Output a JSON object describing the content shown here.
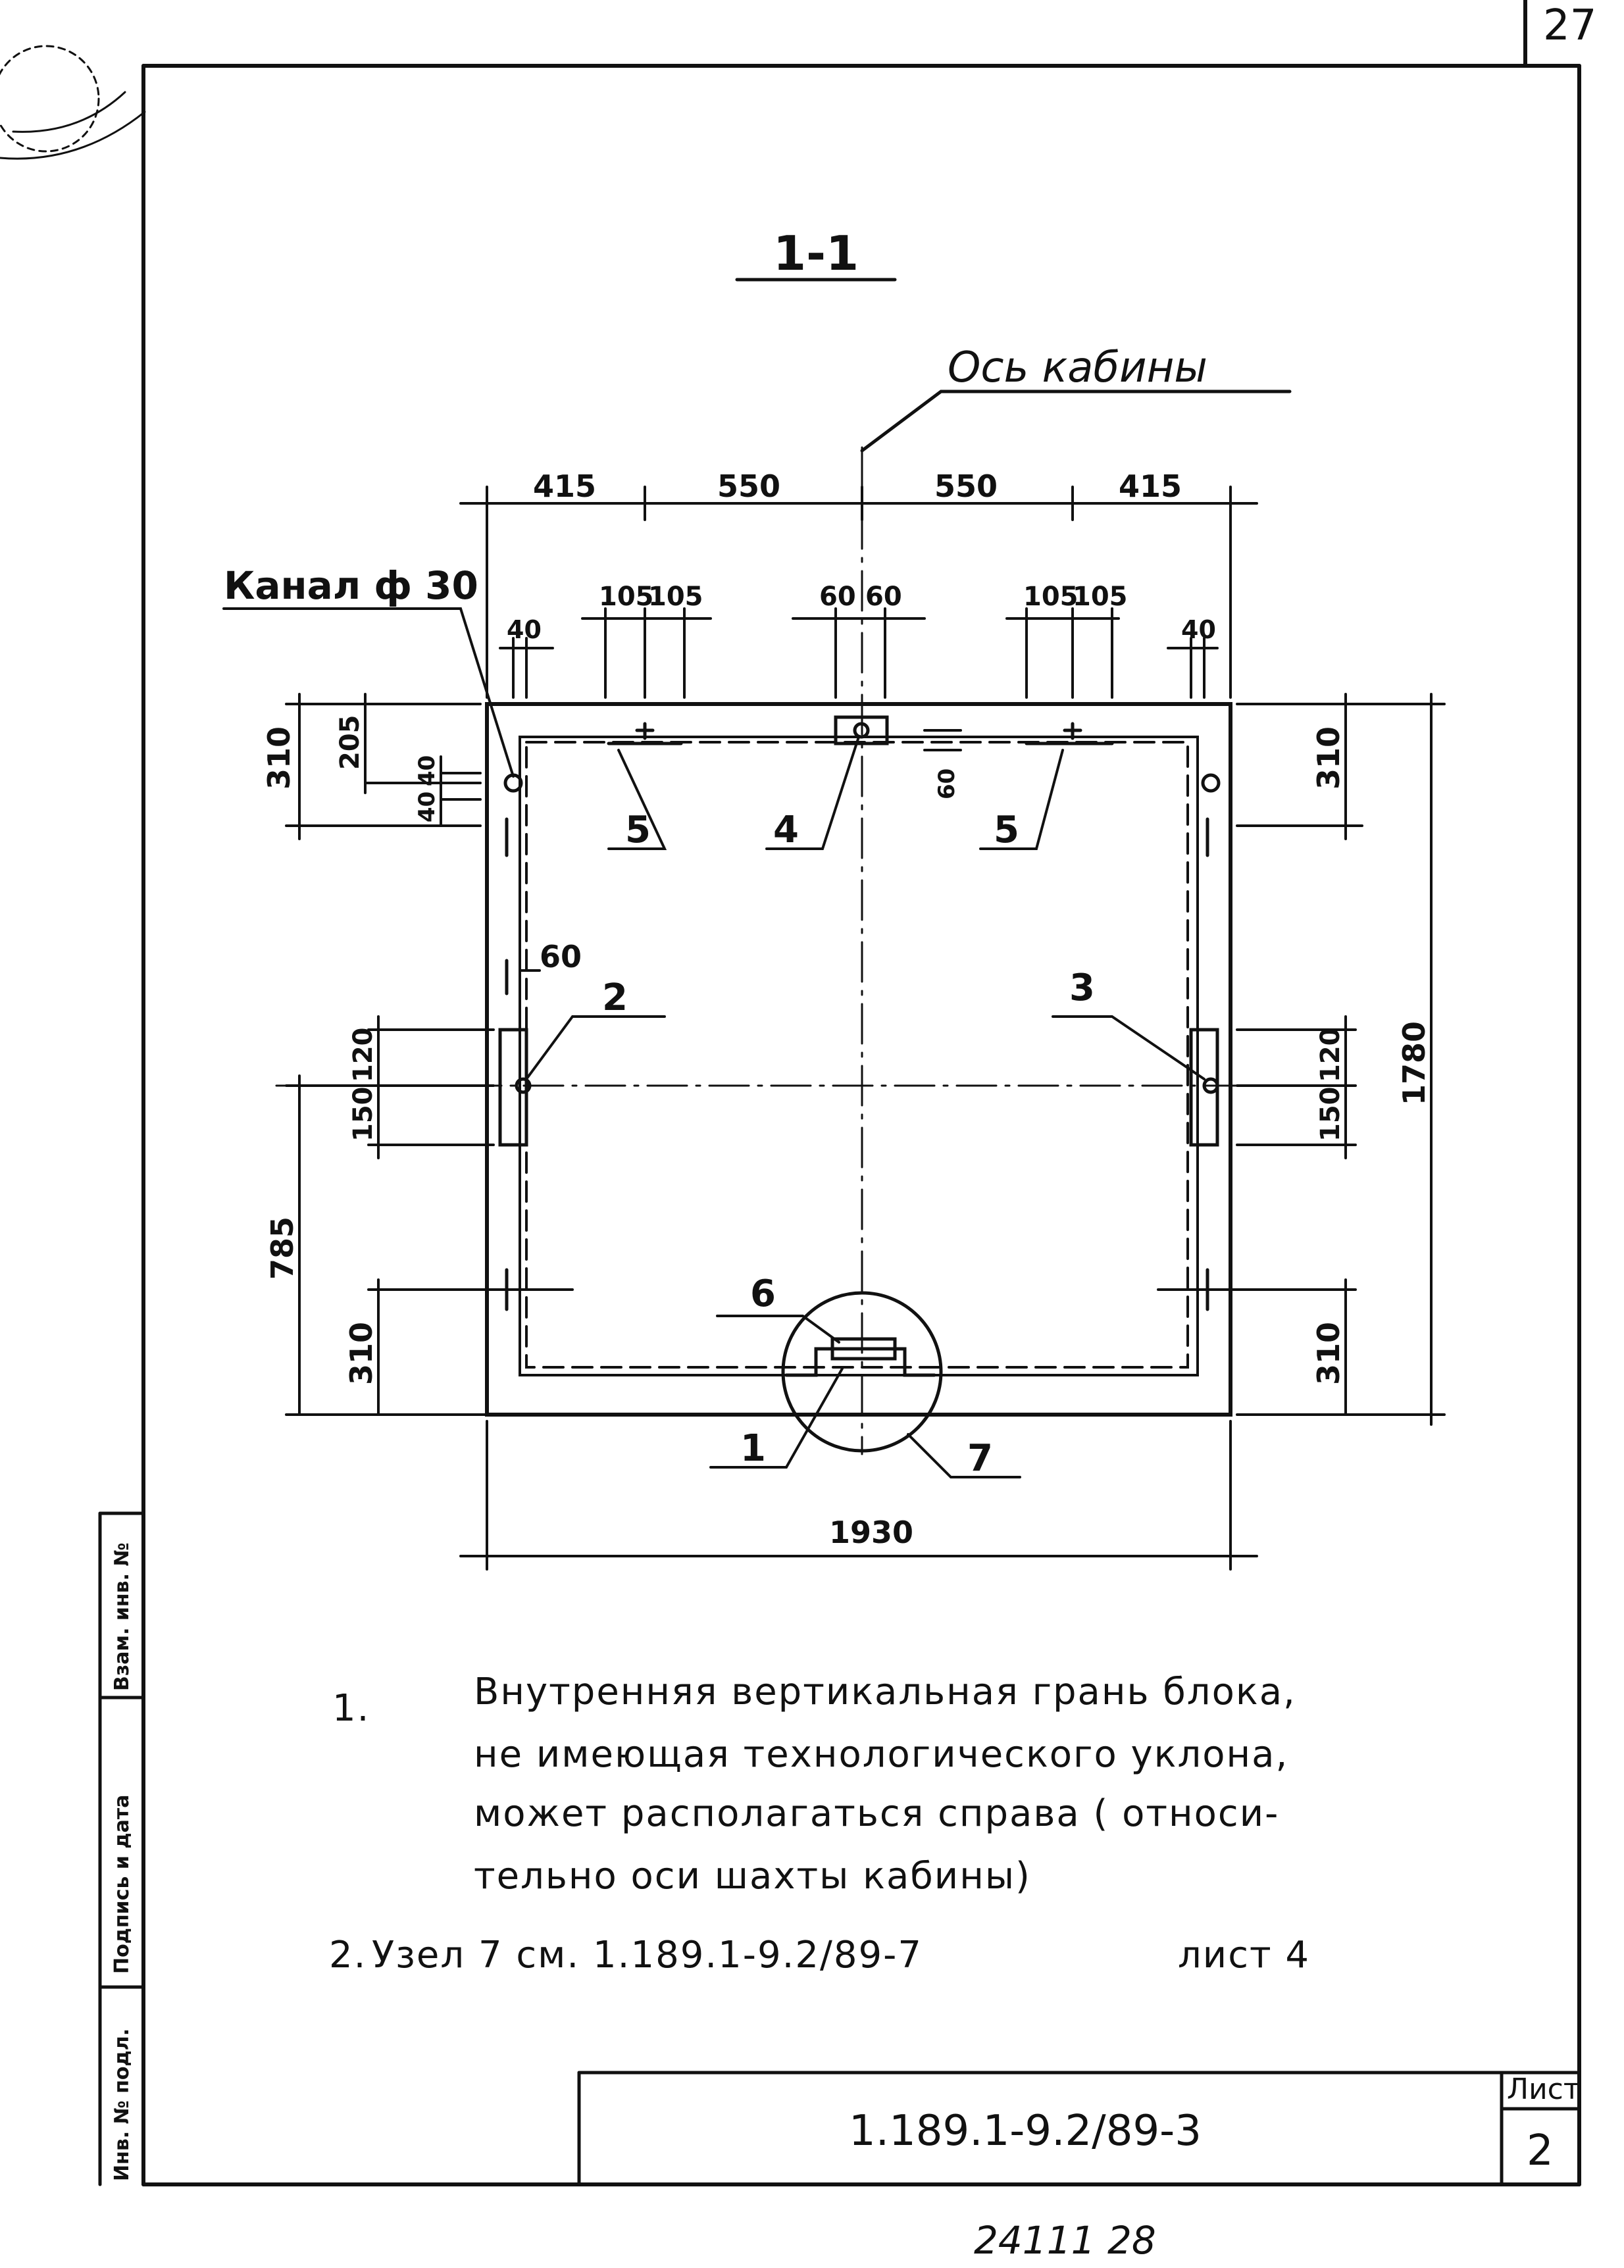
{
  "sheet_number": "27",
  "section_title": "1-1",
  "cabin_axis_label": "Ось кабины",
  "channel_label": "Канал ф 30",
  "dims": {
    "top_415_left": "415",
    "top_550_left": "550",
    "top_550_right": "550",
    "top_415_right": "415",
    "d105a": "105",
    "d105b": "105",
    "d60a": "60",
    "d60b": "60",
    "d105c": "105",
    "d105d": "105",
    "d40_left": "40",
    "d40_right": "40",
    "d310_tl": "310",
    "d205": "205",
    "d40_v1": "40",
    "d40_v2": "40",
    "d60_v": "60",
    "d310_tr": "310",
    "d60_mid": "60",
    "d120_l": "120",
    "d150_l": "150",
    "d785": "785",
    "d310_bl": "310",
    "d120_r": "120",
    "d150_r": "150",
    "d1780": "1780",
    "d310_br": "310",
    "d1930": "1930"
  },
  "callouts": {
    "c1": "1",
    "c2": "2",
    "c3": "3",
    "c4": "4",
    "c5a": "5",
    "c5b": "5",
    "c6": "6",
    "c7": "7"
  },
  "side_stamp": {
    "f1": "Инв. № подл.",
    "f2": "Подпись и дата",
    "f3": "Взам. инв. №"
  },
  "notes": [
    {
      "num": "1.",
      "lines": [
        "Внутренняя вертикальная грань блока,",
        "не имеющая технологического уклона,",
        "может располагаться справа ( относи-",
        "тельно оси шахты кабины)"
      ]
    },
    {
      "num": "2.",
      "text": "Узел 7 см. 1.189.1-9.2/89-7",
      "sheet_ref": "лист 4"
    }
  ],
  "title_block": {
    "doc_code": "1.189.1-9.2/89-3",
    "sheet_label": "Лист",
    "sheet_value": "2"
  },
  "bottom_code": "24111 28"
}
